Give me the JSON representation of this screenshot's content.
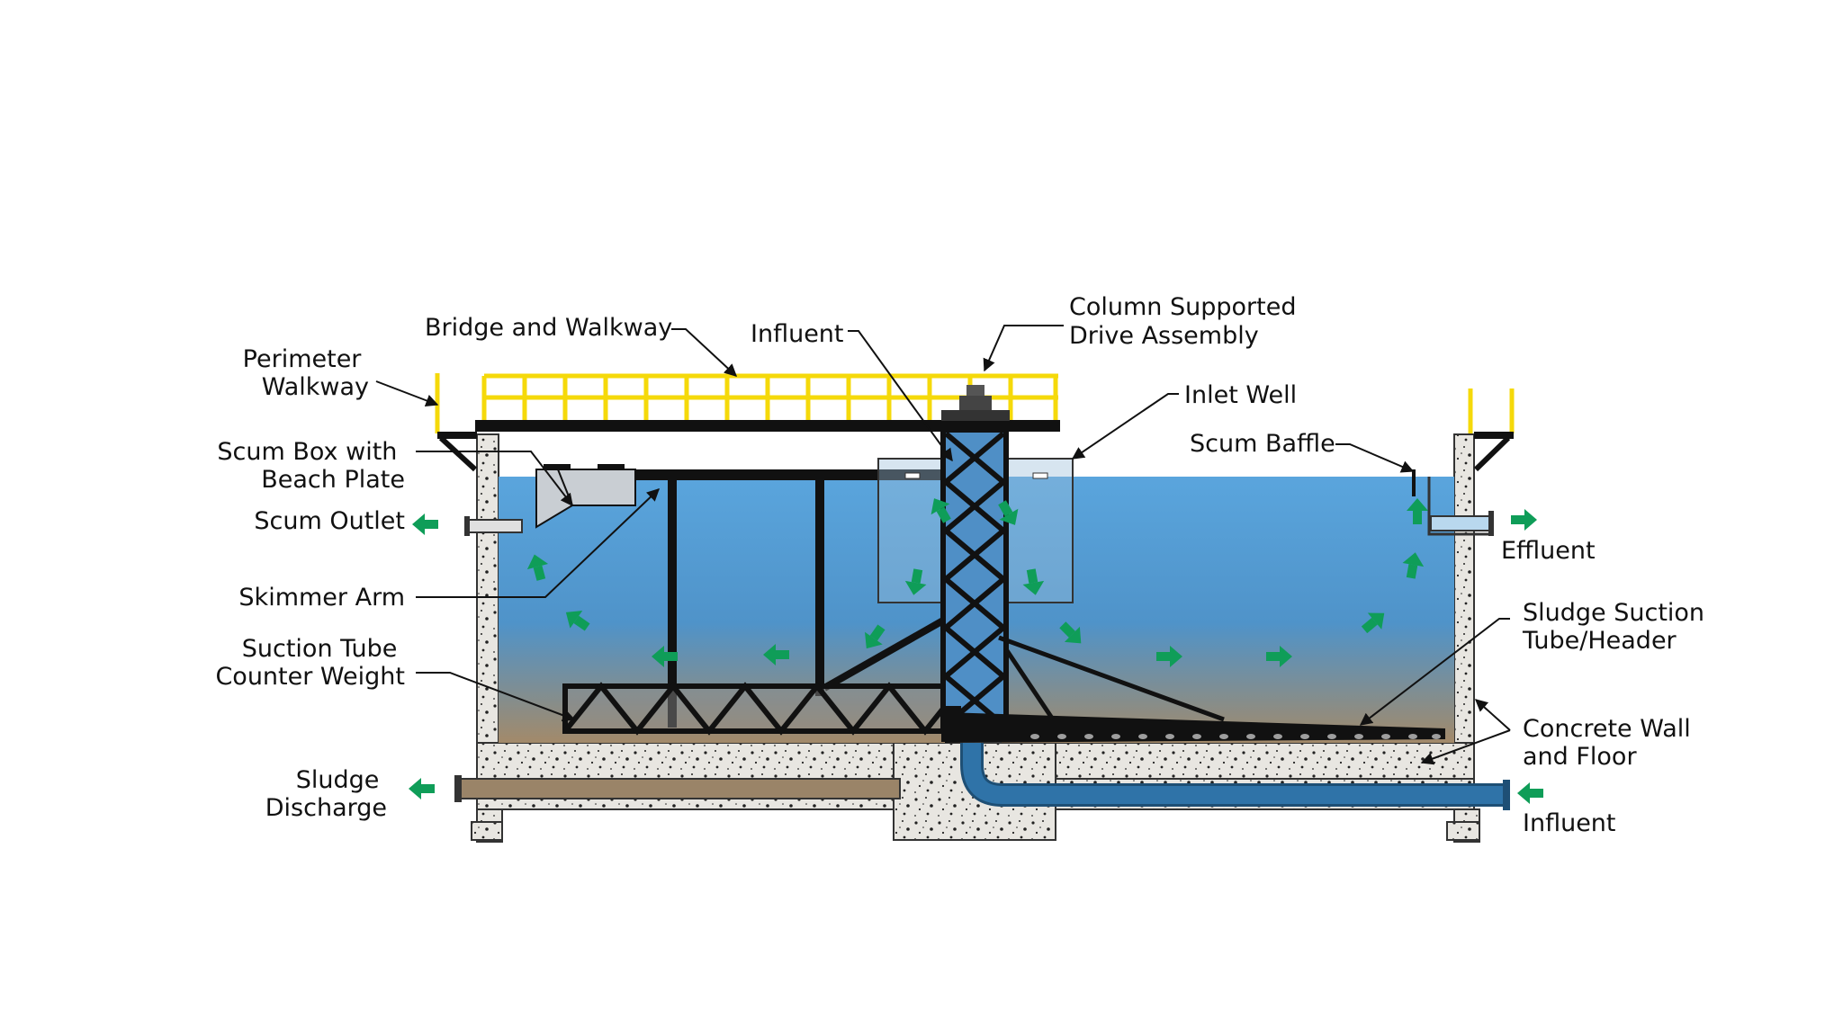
{
  "labels": {
    "perimeter_walkway": [
      "Perimeter",
      "Walkway"
    ],
    "bridge_walkway": "Bridge and Walkway",
    "influent_top": "Influent",
    "drive_assembly": [
      "Column Supported",
      "Drive Assembly"
    ],
    "inlet_well": "Inlet Well",
    "scum_baffle": "Scum Baffle",
    "scum_box": [
      "Scum Box with",
      "Beach Plate"
    ],
    "scum_outlet": "Scum Outlet",
    "effluent": "Effluent",
    "skimmer_arm": "Skimmer Arm",
    "sludge_suction": [
      "Sludge Suction",
      "Tube/Header"
    ],
    "suction_counterweight": [
      "Suction Tube",
      "Counter Weight"
    ],
    "concrete_wall": [
      "Concrete Wall",
      "and Floor"
    ],
    "sludge_discharge": [
      "Sludge",
      "Discharge"
    ],
    "influent_bottom": "Influent"
  },
  "colors": {
    "water_top": "#5AA5DD",
    "water_bottom": "#A38A6A",
    "railing": "#F5D90A",
    "flow_arrow": "#0F9D58",
    "concrete": "#E8E6E1",
    "steel": "#111111",
    "influent_pipe": "#2F73A8",
    "sludge_pipe": "#9A8468"
  }
}
